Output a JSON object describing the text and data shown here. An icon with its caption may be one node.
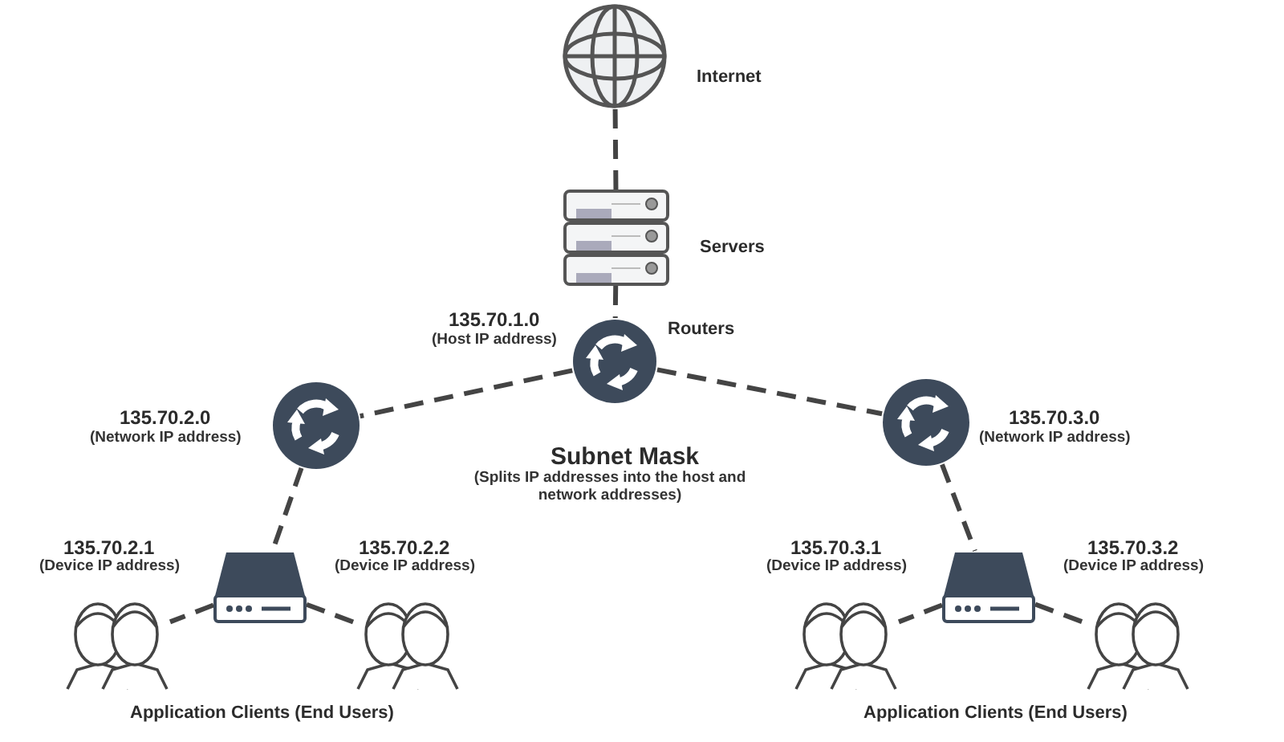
{
  "diagram": {
    "nodes": [
      {
        "text": [],
        "shape": "globe",
        "beside": [
          "Internet"
        ]
      },
      {
        "text": [],
        "shape": "server",
        "beside": [
          "Servers"
        ]
      },
      {
        "text": [],
        "shape": "circle",
        "beside": [
          "135.70.1.0",
          "(Host IP address)",
          "Routers"
        ]
      },
      {
        "text": [],
        "shape": "circle",
        "beside": [
          "135.70.2.0",
          "(Network IP address)"
        ]
      },
      {
        "text": [],
        "shape": "circle",
        "beside": [
          "135.70.3.0",
          "(Network IP address)"
        ]
      },
      {
        "text": [],
        "shape": "box"
      },
      {
        "text": [],
        "shape": "person",
        "beside": [
          "135.70.2.1",
          "(Device IP address)"
        ]
      },
      {
        "text": [],
        "shape": "person",
        "beside": [
          "135.70.2.2",
          "(Device IP address)"
        ]
      },
      {
        "text": [],
        "shape": "box"
      },
      {
        "text": [],
        "shape": "person",
        "beside": [
          "135.70.3.1",
          "(Device IP address)"
        ]
      },
      {
        "text": [],
        "shape": "person",
        "beside": [
          "135.70.3.2",
          "(Device IP address)"
        ]
      }
    ],
    "edges": [
      {
        "from": 0,
        "to": 1,
        "arrow": "none",
        "style": "dashed"
      },
      {
        "from": 1,
        "to": 2,
        "arrow": "none",
        "style": "dashed"
      },
      {
        "from": 2,
        "to": 3,
        "arrow": "none",
        "style": "dashed"
      },
      {
        "from": 2,
        "to": 4,
        "arrow": "none",
        "style": "dashed"
      },
      {
        "from": 3,
        "to": 5,
        "arrow": "none",
        "style": "dashed"
      },
      {
        "from": 5,
        "to": 6,
        "arrow": "none",
        "style": "dashed"
      },
      {
        "from": 5,
        "to": 7,
        "arrow": "none",
        "style": "dashed"
      },
      {
        "from": 4,
        "to": 8,
        "arrow": "none",
        "style": "dashed"
      },
      {
        "from": 8,
        "to": 9,
        "arrow": "none",
        "style": "dashed"
      },
      {
        "from": 8,
        "to": 10,
        "arrow": "none",
        "style": "dashed"
      }
    ],
    "labels": [
      "Subnet Mask",
      "(Splits IP addresses into the host and network addresses)",
      "Application Clients (End Users)",
      "Application Clients (End Users)"
    ]
  }
}
